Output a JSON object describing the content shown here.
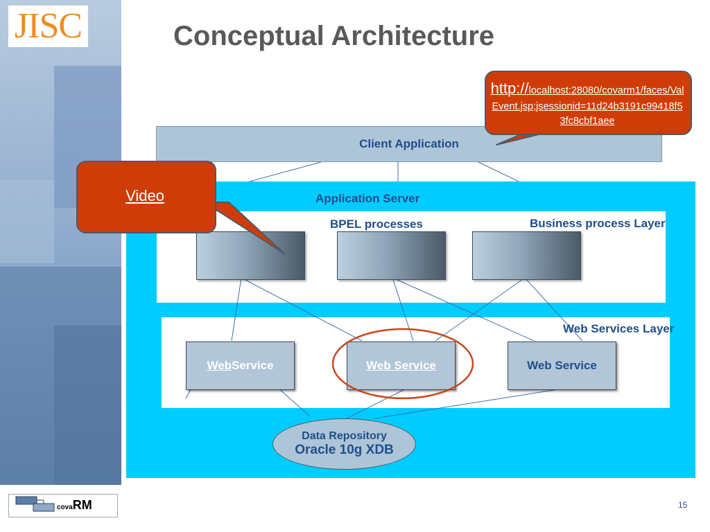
{
  "slide": {
    "title": "Conceptual Architecture",
    "page_number": "15"
  },
  "logos": {
    "jisc": "JISC",
    "covarm_prefix": "cova",
    "covarm_main": "RM"
  },
  "diagram": {
    "client_application": "Client Application",
    "application_server": "Application Server",
    "bpel_processes": "BPEL processes",
    "business_process_layer": "Business process Layer",
    "web_services_layer": "Web Services Layer",
    "web_services": [
      {
        "link": "Web ",
        "rest": "Service"
      },
      {
        "link": "Web Service",
        "rest": ""
      },
      {
        "link": "",
        "rest": "Web Service"
      }
    ],
    "data_repository": {
      "line1": "Data Repository",
      "line2": "Oracle 10g XDB"
    }
  },
  "callouts": {
    "video": "Video",
    "url_prefix": "http://",
    "url_rest": "localhost:28080/covarm1/faces/ValEvent.jsp;jsessionid=11d24b3191c99418f53fc8cbf1aee"
  },
  "colors": {
    "accent": "#00ccff",
    "callout": "#d03c08",
    "label_text": "#1f4e8c",
    "title": "#595959",
    "highlight_ring": "#c8461a"
  }
}
